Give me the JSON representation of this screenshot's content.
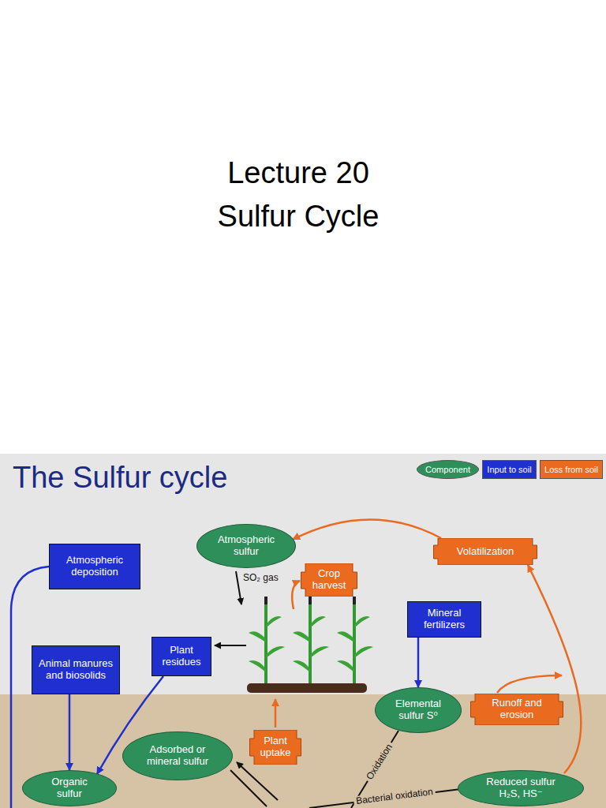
{
  "diagram": {
    "title": "Lecture 20 Sulfur Cycle",
    "nodes": [
      {
        "text": [
          "Atmospheric deposition"
        ]
      },
      {
        "text": [
          "Atmospheric sulfur"
        ]
      },
      {
        "text": [
          "Volatilization"
        ]
      },
      {
        "text": [
          "Crop harvest"
        ]
      },
      {
        "text": [
          "Mineral fertilizers"
        ]
      },
      {
        "text": [
          "Animal manures and biosolids"
        ]
      },
      {
        "text": [
          "Plant residues"
        ]
      },
      {
        "text": [
          "Elemental sulfur S⁰"
        ]
      },
      {
        "text": [
          "Runoff and erosion"
        ]
      },
      {
        "text": [
          "Adsorbed or mineral sulfur"
        ]
      },
      {
        "text": [
          "Plant uptake"
        ]
      },
      {
        "text": [
          "Organic sulfur"
        ]
      },
      {
        "text": [
          "Reduced sulfur H₂S, HS⁻"
        ]
      }
    ],
    "edges": [
      {
        "from": 12,
        "to": 2,
        "arrow": "to"
      },
      {
        "from": 2,
        "to": 1,
        "arrow": "to"
      },
      {
        "from": 5,
        "to": 11,
        "arrow": "to"
      },
      {
        "from": 6,
        "to": 11,
        "arrow": "to"
      },
      {
        "from": 4,
        "to": 7,
        "arrow": "to"
      }
    ],
    "labels": [
      "The Sulfur cycle",
      "SO₂ gas",
      "Oxidation",
      "Bacterial oxidation"
    ],
    "legend": [
      {
        "text": "Component",
        "color": "#2f8f5b"
      },
      {
        "text": "Input to soil",
        "color": "#1f2fd0"
      },
      {
        "text": "Loss from soil",
        "color": "#ea6a1f"
      }
    ]
  }
}
